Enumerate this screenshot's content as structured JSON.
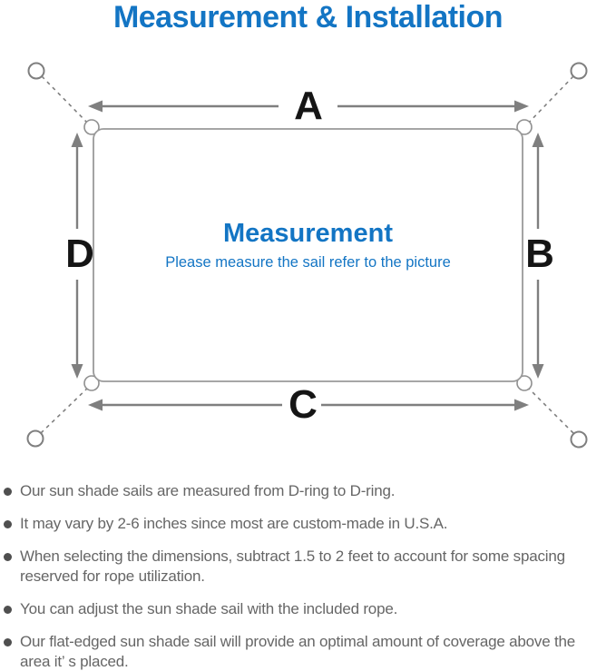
{
  "page": {
    "title": "Measurement & Installation"
  },
  "diagram": {
    "edge_labels": {
      "top": "A",
      "right": "B",
      "bottom": "C",
      "left": "D"
    },
    "center": {
      "title": "Measurement",
      "subtitle": "Please measure the sail refer to the picture"
    },
    "icons": {
      "anchor_ring": "circle-outline",
      "corner_d_ring": "small-circle-bump",
      "mounting_line": "dashed-line",
      "dimension_arrow": "double-headed-arrow"
    }
  },
  "notes": {
    "items": [
      "Our sun shade sails are measured from D-ring to D-ring.",
      "It may vary by 2-6 inches since most are custom-made in U.S.A.",
      "When selecting the dimensions, subtract 1.5 to 2 feet to account for some spacing reserved for rope utilization.",
      "You can adjust the sun shade sail with the included rope.",
      "Our flat-edged sun shade sail will provide an optimal amount of coverage above the area it’ s placed."
    ]
  },
  "colors": {
    "accent_blue": "#1375c4",
    "line_gray": "#7f7f7f",
    "border_gray": "#9a9a9a",
    "label_black": "#151515",
    "text_gray": "#666666",
    "bullet_gray": "#4f4f4f"
  }
}
